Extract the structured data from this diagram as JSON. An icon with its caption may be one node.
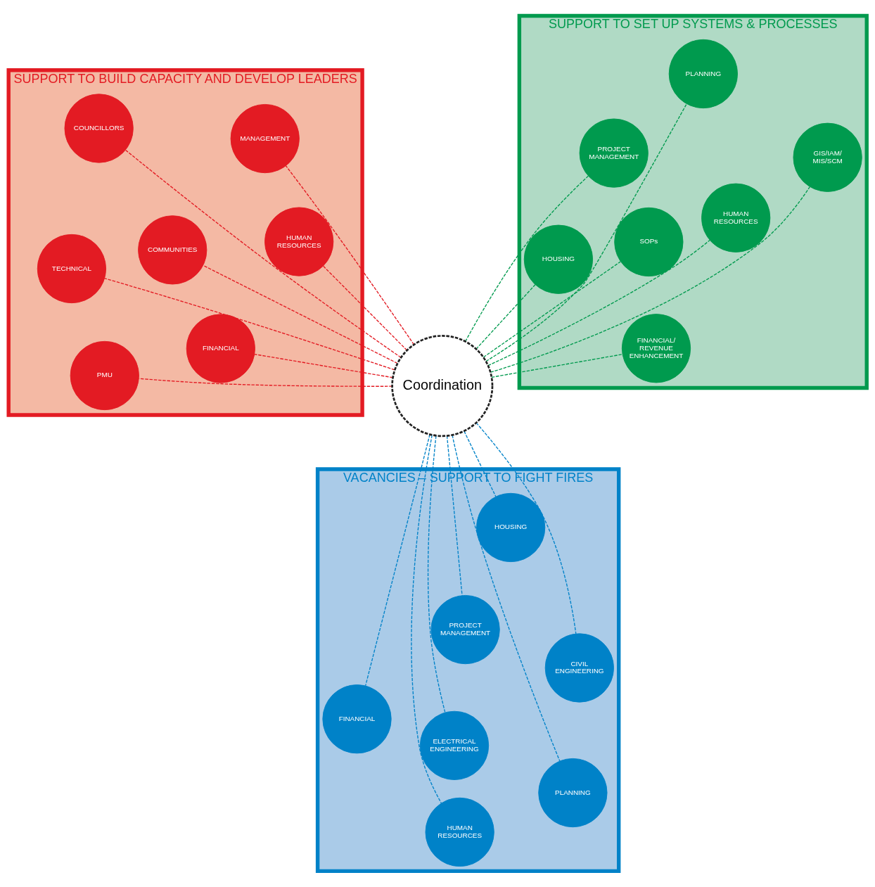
{
  "diagram": {
    "nodes": [
      {
        "text": [
          "SUPPORT TO BUILD CAPACITY AND DEVELOP LEADERS"
        ]
      },
      {
        "text": [
          "TECHNICAL"
        ],
        "in": 0
      },
      {
        "text": [
          "PMU"
        ],
        "in": 0
      },
      {
        "text": [
          "HUMAN RESOURCES"
        ],
        "in": 0
      },
      {
        "text": [
          "FINANCIAL"
        ],
        "in": 0
      },
      {
        "text": [
          "MANAGEMENT"
        ],
        "in": 0
      },
      {
        "text": [
          "COMMUNITIES"
        ],
        "in": 0
      },
      {
        "text": [
          "COUNCILLORS"
        ],
        "in": 0
      },
      {
        "text": [
          "SUPPORT TO SET UP SYSTEMS & PROCESSES"
        ]
      },
      {
        "text": [
          "PLANNING"
        ],
        "in": 8
      },
      {
        "text": [
          "HOUSING"
        ],
        "in": 8
      },
      {
        "text": [
          "SOPs"
        ],
        "in": 8
      },
      {
        "text": [
          "GIS/IAM/ MIS/SCM"
        ],
        "in": 8
      },
      {
        "text": [
          "PROJECT MANAGEMENT"
        ],
        "in": 8
      },
      {
        "text": [
          "FINANCIAL/ REVENUE ENHANCEMENT"
        ],
        "in": 8
      },
      {
        "text": [
          "HUMAN RESOURCES"
        ],
        "in": 8
      },
      {
        "text": [
          "VACANCIES – SUPPORT TO FIGHT FIRES"
        ]
      },
      {
        "text": [
          "PLANNING"
        ],
        "in": 16
      },
      {
        "text": [
          "HOUSING"
        ],
        "in": 16
      },
      {
        "text": [
          "CIVIL ENGINEERING"
        ],
        "in": 16
      },
      {
        "text": [
          "ELECTRICAL ENGINEERING"
        ],
        "in": 16
      },
      {
        "text": [
          "PROJECT MANAGEMENT"
        ],
        "in": 16
      },
      {
        "text": [
          "FINANCIAL"
        ],
        "in": 16
      },
      {
        "text": [
          "HUMAN RESOURCES"
        ],
        "in": 16
      },
      {
        "text": [
          "Coordination"
        ]
      }
    ],
    "edges": [
      {
        "from": 24,
        "to": 1,
        "arrow": "none",
        "style": "dashed",
        "color": "#e31b23"
      },
      {
        "from": 24,
        "to": 2,
        "arrow": "none",
        "style": "dashed",
        "color": "#e31b23"
      },
      {
        "from": 24,
        "to": 3,
        "arrow": "none",
        "style": "dashed",
        "color": "#e31b23"
      },
      {
        "from": 24,
        "to": 4,
        "arrow": "none",
        "style": "dashed",
        "color": "#e31b23"
      },
      {
        "from": 24,
        "to": 5,
        "arrow": "none",
        "style": "dashed",
        "color": "#e31b23"
      },
      {
        "from": 24,
        "to": 6,
        "arrow": "none",
        "style": "dashed",
        "color": "#e31b23"
      },
      {
        "from": 24,
        "to": 7,
        "arrow": "none",
        "style": "dashed",
        "color": "#e31b23"
      },
      {
        "from": 24,
        "to": 9,
        "arrow": "none",
        "style": "dashed",
        "color": "#009a4e"
      },
      {
        "from": 24,
        "to": 10,
        "arrow": "none",
        "style": "dashed",
        "color": "#009a4e"
      },
      {
        "from": 24,
        "to": 11,
        "arrow": "none",
        "style": "dashed",
        "color": "#009a4e"
      },
      {
        "from": 24,
        "to": 12,
        "arrow": "none",
        "style": "dashed",
        "color": "#009a4e"
      },
      {
        "from": 24,
        "to": 13,
        "arrow": "none",
        "style": "dashed",
        "color": "#009a4e"
      },
      {
        "from": 24,
        "to": 14,
        "arrow": "none",
        "style": "dashed",
        "color": "#009a4e"
      },
      {
        "from": 24,
        "to": 15,
        "arrow": "none",
        "style": "dashed",
        "color": "#009a4e"
      },
      {
        "from": 24,
        "to": 17,
        "arrow": "none",
        "style": "dashed",
        "color": "#0082c8"
      },
      {
        "from": 24,
        "to": 18,
        "arrow": "none",
        "style": "dashed",
        "color": "#0082c8"
      },
      {
        "from": 24,
        "to": 19,
        "arrow": "none",
        "style": "dashed",
        "color": "#0082c8"
      },
      {
        "from": 24,
        "to": 20,
        "arrow": "none",
        "style": "dashed",
        "color": "#0082c8"
      },
      {
        "from": 24,
        "to": 21,
        "arrow": "none",
        "style": "dashed",
        "color": "#0082c8"
      },
      {
        "from": 24,
        "to": 22,
        "arrow": "none",
        "style": "dashed",
        "color": "#0082c8"
      },
      {
        "from": 24,
        "to": 23,
        "arrow": "none",
        "style": "dashed",
        "color": "#0082c8"
      }
    ]
  }
}
